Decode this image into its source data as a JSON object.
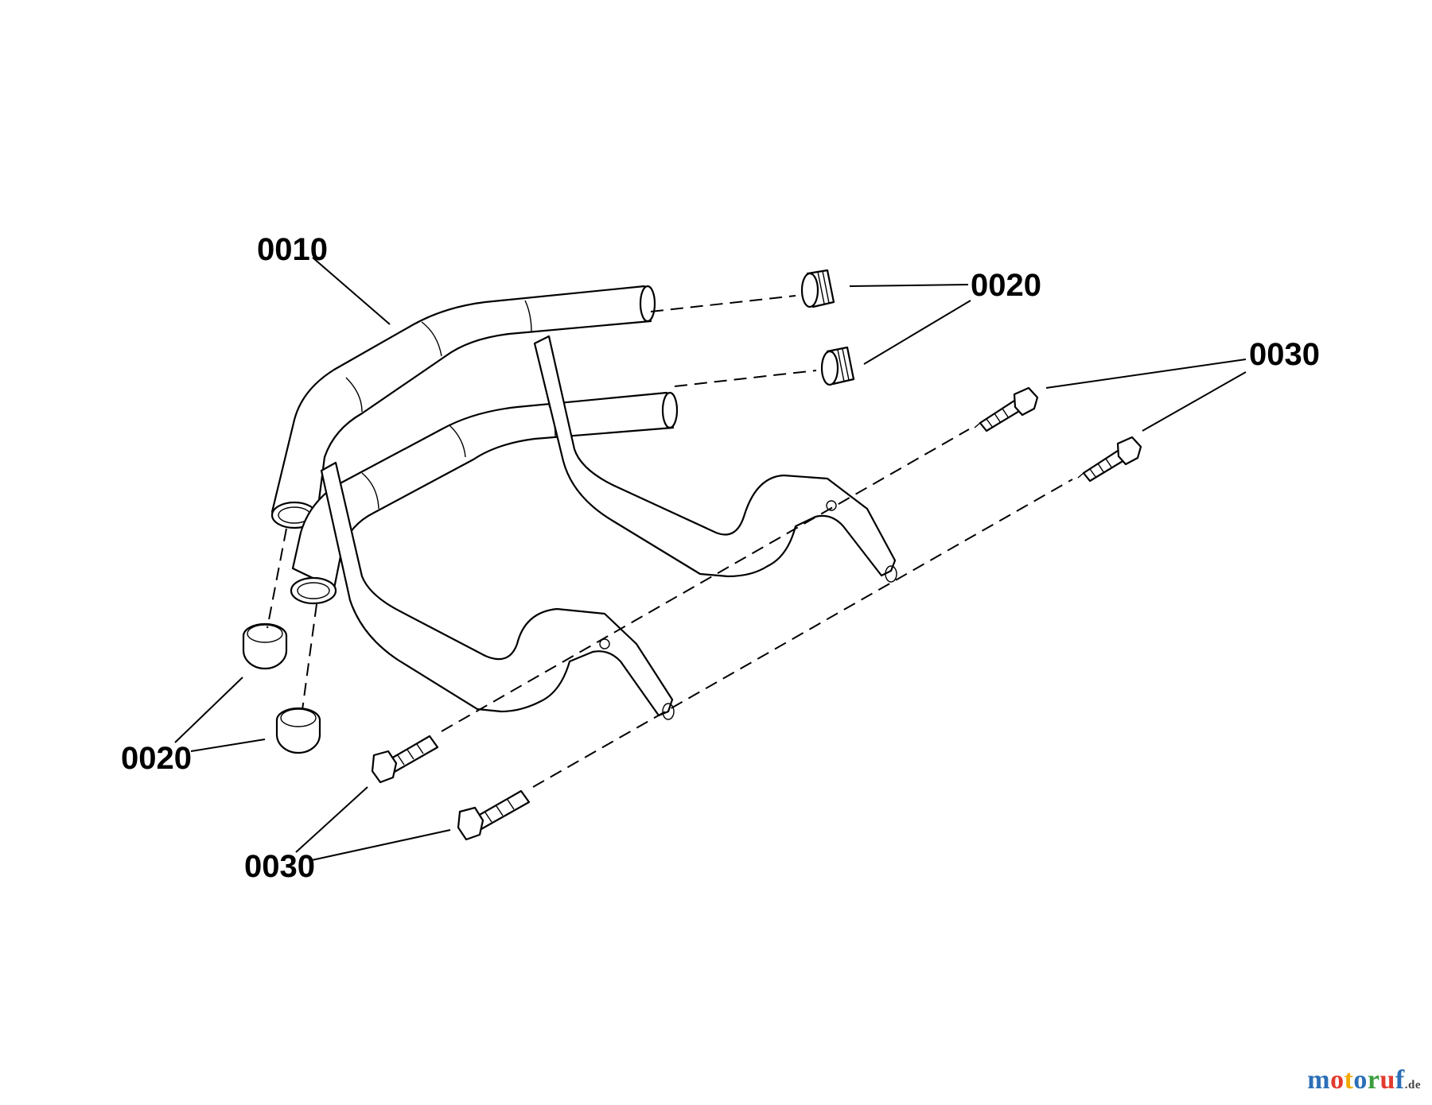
{
  "diagram": {
    "callouts": {
      "handle_bar": "0010",
      "plugs_right": "0020",
      "plugs_left": "0020",
      "screws_right": "0030",
      "screws_left": "0030"
    }
  },
  "watermark": {
    "parts": [
      {
        "text": "m",
        "color": "#2c6fb7"
      },
      {
        "text": "o",
        "color": "#e23b2e"
      },
      {
        "text": "t",
        "color": "#f2a900"
      },
      {
        "text": "o",
        "color": "#2c6fb7"
      },
      {
        "text": "r",
        "color": "#3a9d3a"
      },
      {
        "text": "u",
        "color": "#e23b2e"
      },
      {
        "text": "f",
        "color": "#2c6fb7"
      }
    ],
    "tld": ".de"
  }
}
